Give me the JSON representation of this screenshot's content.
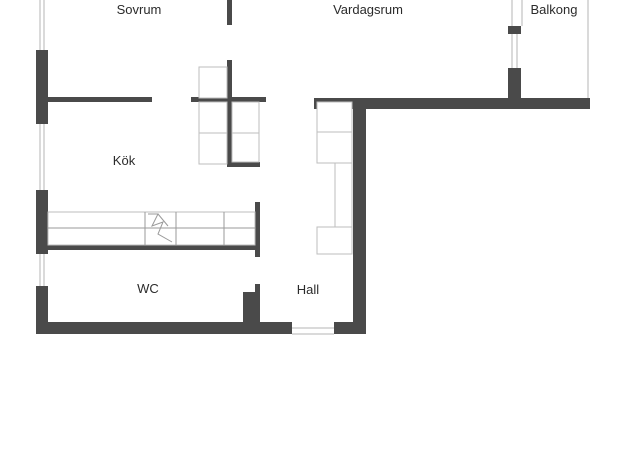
{
  "rooms": {
    "bedroom": "Sovrum",
    "living_room": "Vardagsrum",
    "balcony": "Balkong",
    "kitchen": "Kök",
    "toilet": "WC",
    "hall": "Hall"
  },
  "colors": {
    "wall": "#4a4a4a",
    "window": "#b5b5b5",
    "background": "#ffffff"
  }
}
